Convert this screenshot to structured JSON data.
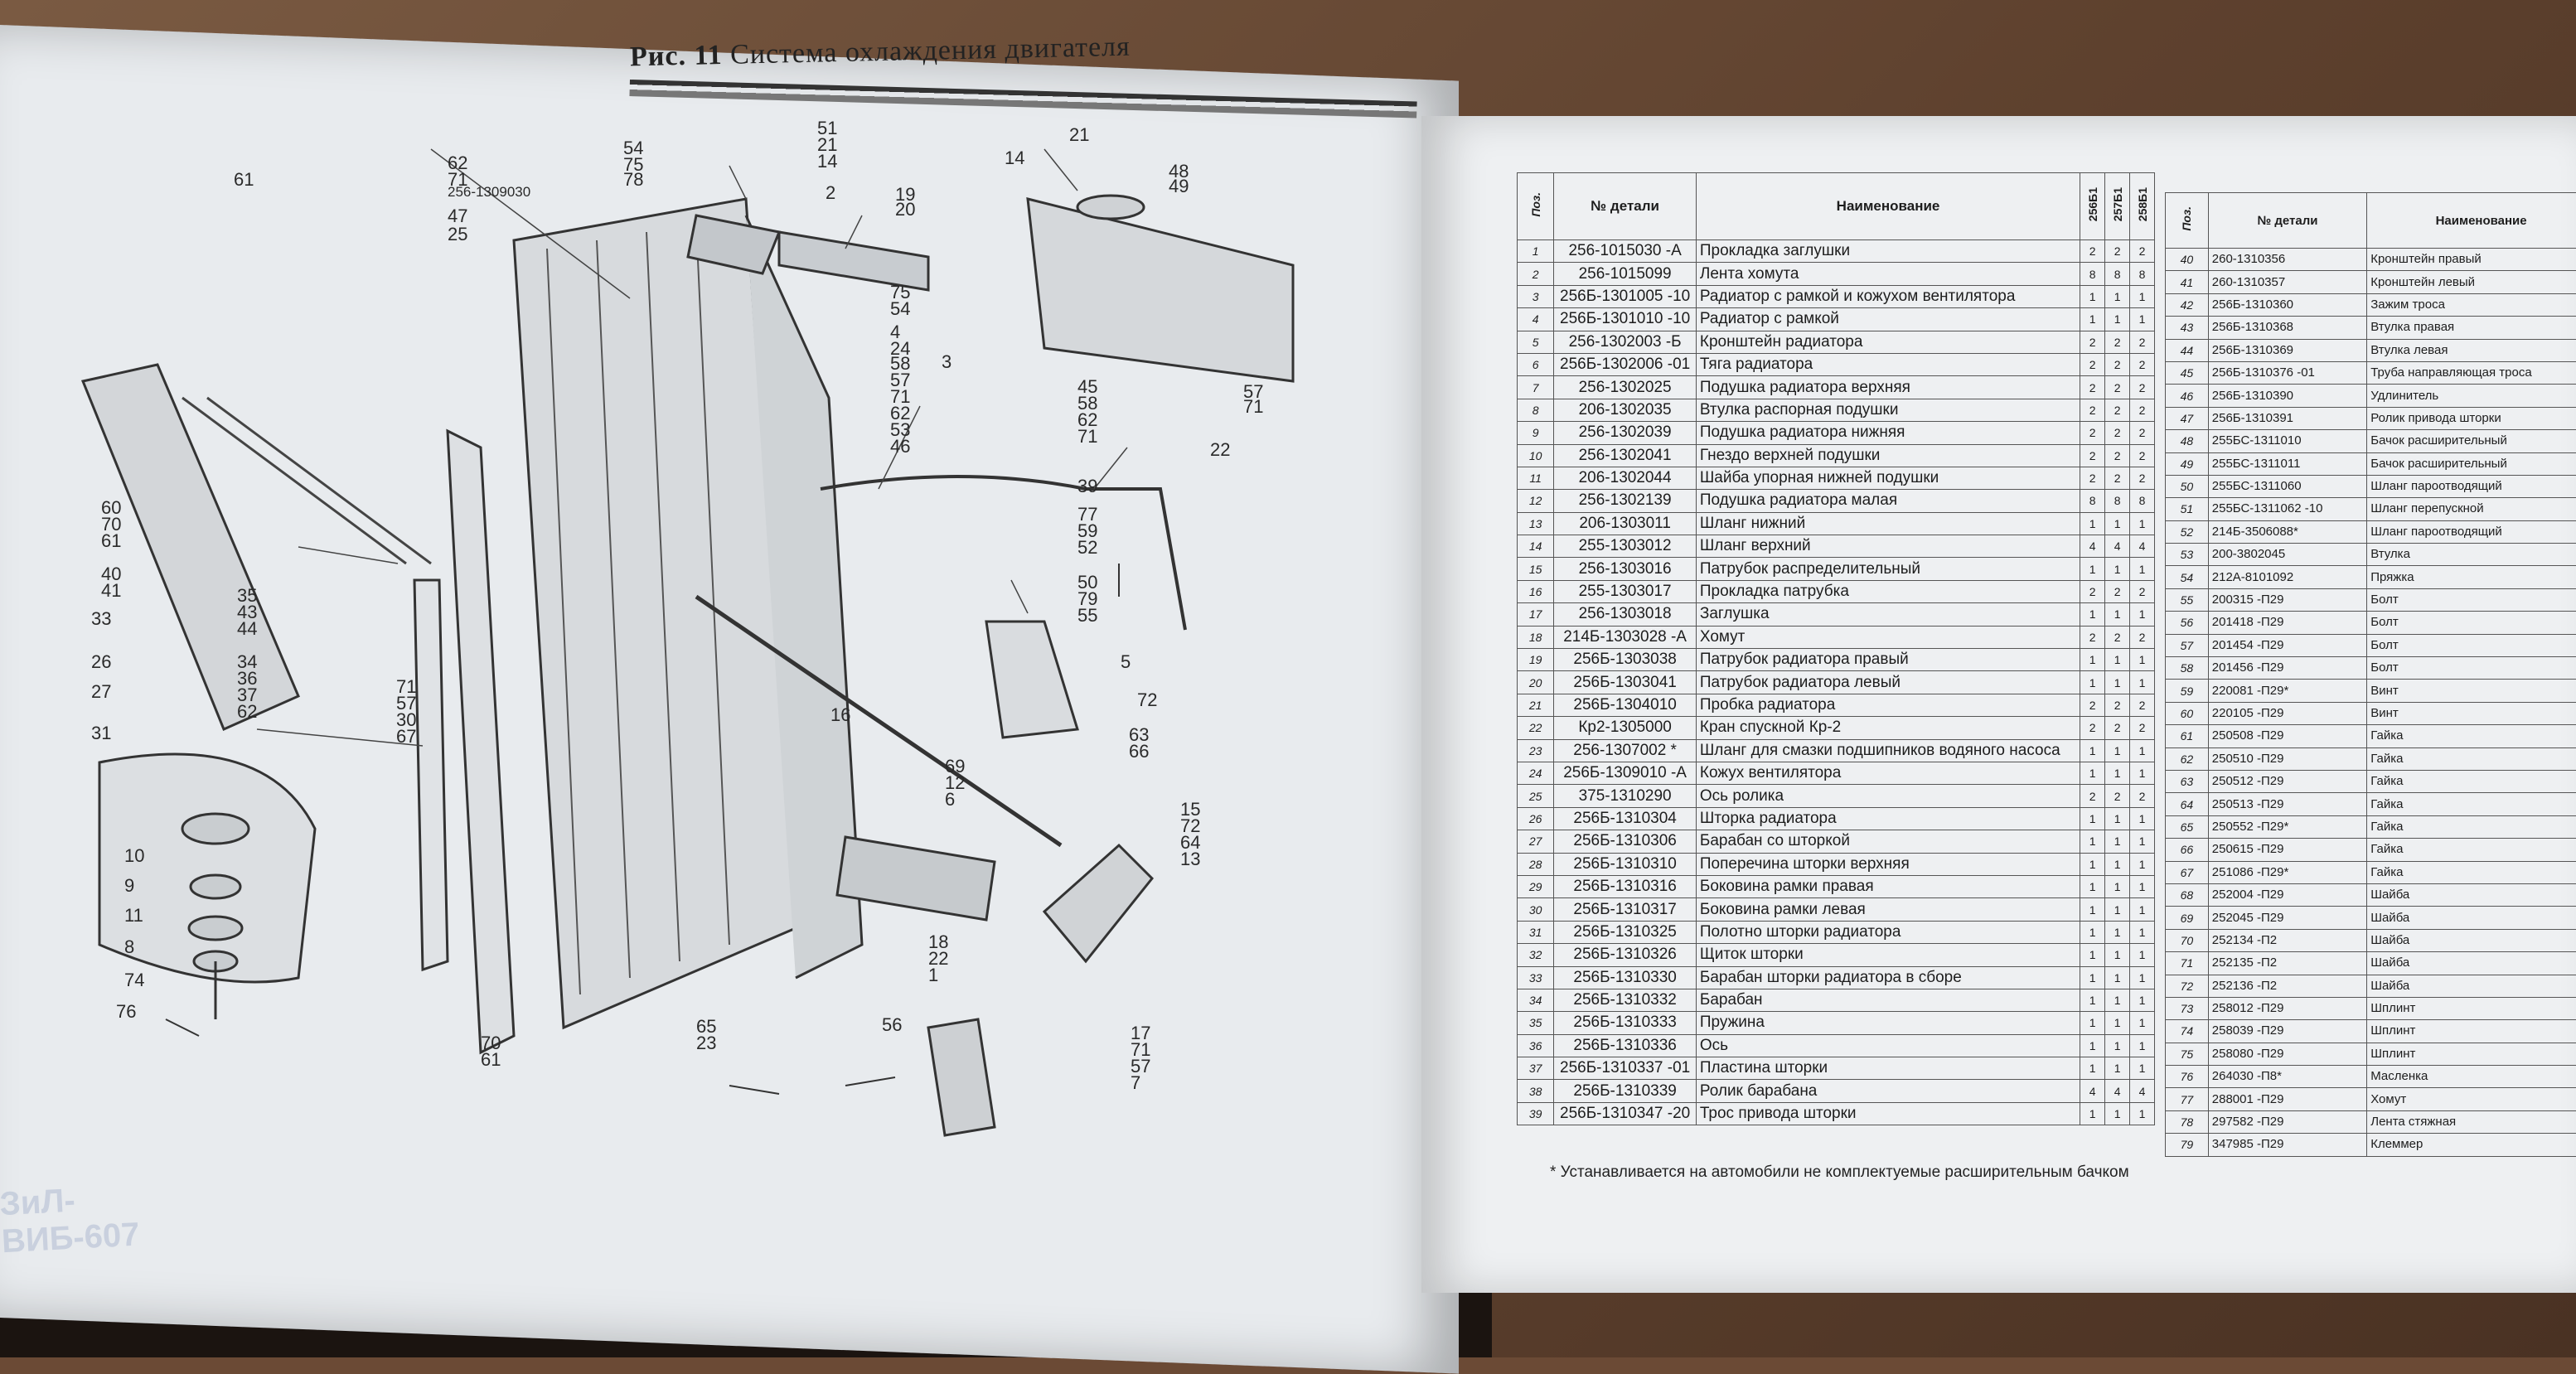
{
  "figure_title": {
    "prefix": "Рис. 11",
    "text": "Система охлаждения двигателя"
  },
  "stamp_text": "ЗиЛ-ВИБ-607",
  "callouts": [
    "62",
    "71",
    "256-1309030",
    "47",
    "25",
    "61",
    "54",
    "75",
    "78",
    "51",
    "21",
    "14",
    "2",
    "19",
    "20",
    "21",
    "14",
    "48",
    "49",
    "75",
    "54",
    "4",
    "24",
    "58",
    "57",
    "71",
    "62",
    "53",
    "46",
    "3",
    "45",
    "58",
    "62",
    "71",
    "39",
    "22",
    "57",
    "71",
    "60",
    "70",
    "61",
    "40",
    "41",
    "33",
    "26",
    "27",
    "31",
    "35",
    "43",
    "44",
    "34",
    "36",
    "37",
    "62",
    "71",
    "57",
    "30",
    "67",
    "77",
    "59",
    "52",
    "50",
    "79",
    "55",
    "5",
    "72",
    "63",
    "66",
    "69",
    "12",
    "6",
    "16",
    "15",
    "72",
    "64",
    "13",
    "18",
    "22",
    "1",
    "17",
    "71",
    "57",
    "7",
    "10",
    "9",
    "11",
    "8",
    "74",
    "76",
    "65",
    "23",
    "56",
    "70",
    "61"
  ],
  "parts_table_left": {
    "headers": {
      "pos": "Поз.",
      "number": "№ детали",
      "name": "Наименование",
      "q1": "256Б1",
      "q2": "257Б1",
      "q3": "258Б1"
    },
    "rows": [
      {
        "pos": "1",
        "number": "256-1015030 -А",
        "name": "Прокладка заглушки",
        "q1": "2",
        "q2": "2",
        "q3": "2"
      },
      {
        "pos": "2",
        "number": "256-1015099",
        "name": "Лента хомута",
        "q1": "8",
        "q2": "8",
        "q3": "8"
      },
      {
        "pos": "3",
        "number": "256Б-1301005 -10",
        "name": "Радиатор с рамкой и кожухом вентилятора",
        "q1": "1",
        "q2": "1",
        "q3": "1"
      },
      {
        "pos": "4",
        "number": "256Б-1301010 -10",
        "name": "Радиатор с рамкой",
        "q1": "1",
        "q2": "1",
        "q3": "1"
      },
      {
        "pos": "5",
        "number": "256-1302003 -Б",
        "name": "Кронштейн радиатора",
        "q1": "2",
        "q2": "2",
        "q3": "2"
      },
      {
        "pos": "6",
        "number": "256Б-1302006 -01",
        "name": "Тяга радиатора",
        "q1": "2",
        "q2": "2",
        "q3": "2"
      },
      {
        "pos": "7",
        "number": "256-1302025",
        "name": "Подушка радиатора верхняя",
        "q1": "2",
        "q2": "2",
        "q3": "2"
      },
      {
        "pos": "8",
        "number": "206-1302035",
        "name": "Втулка распорная подушки",
        "q1": "2",
        "q2": "2",
        "q3": "2"
      },
      {
        "pos": "9",
        "number": "256-1302039",
        "name": "Подушка радиатора нижняя",
        "q1": "2",
        "q2": "2",
        "q3": "2"
      },
      {
        "pos": "10",
        "number": "256-1302041",
        "name": "Гнездо верхней подушки",
        "q1": "2",
        "q2": "2",
        "q3": "2"
      },
      {
        "pos": "11",
        "number": "206-1302044",
        "name": "Шайба упорная нижней подушки",
        "q1": "2",
        "q2": "2",
        "q3": "2"
      },
      {
        "pos": "12",
        "number": "256-1302139",
        "name": "Подушка радиатора малая",
        "q1": "8",
        "q2": "8",
        "q3": "8"
      },
      {
        "pos": "13",
        "number": "206-1303011",
        "name": "Шланг нижний",
        "q1": "1",
        "q2": "1",
        "q3": "1"
      },
      {
        "pos": "14",
        "number": "255-1303012",
        "name": "Шланг верхний",
        "q1": "4",
        "q2": "4",
        "q3": "4"
      },
      {
        "pos": "15",
        "number": "256-1303016",
        "name": "Патрубок распределительный",
        "q1": "1",
        "q2": "1",
        "q3": "1"
      },
      {
        "pos": "16",
        "number": "255-1303017",
        "name": "Прокладка патрубка",
        "q1": "2",
        "q2": "2",
        "q3": "2"
      },
      {
        "pos": "17",
        "number": "256-1303018",
        "name": "Заглушка",
        "q1": "1",
        "q2": "1",
        "q3": "1"
      },
      {
        "pos": "18",
        "number": "214Б-1303028 -А",
        "name": "Хомут",
        "q1": "2",
        "q2": "2",
        "q3": "2"
      },
      {
        "pos": "19",
        "number": "256Б-1303038",
        "name": "Патрубок радиатора правый",
        "q1": "1",
        "q2": "1",
        "q3": "1"
      },
      {
        "pos": "20",
        "number": "256Б-1303041",
        "name": "Патрубок радиатора левый",
        "q1": "1",
        "q2": "1",
        "q3": "1"
      },
      {
        "pos": "21",
        "number": "256Б-1304010",
        "name": "Пробка радиатора",
        "q1": "2",
        "q2": "2",
        "q3": "2"
      },
      {
        "pos": "22",
        "number": "Кр2-1305000",
        "name": "Кран спускной Кр-2",
        "q1": "2",
        "q2": "2",
        "q3": "2"
      },
      {
        "pos": "23",
        "number": "256-1307002 *",
        "name": "Шланг для смазки подшипников водяного насоса",
        "q1": "1",
        "q2": "1",
        "q3": "1"
      },
      {
        "pos": "24",
        "number": "256Б-1309010 -А",
        "name": "Кожух вентилятора",
        "q1": "1",
        "q2": "1",
        "q3": "1"
      },
      {
        "pos": "25",
        "number": "375-1310290",
        "name": "Ось ролика",
        "q1": "2",
        "q2": "2",
        "q3": "2"
      },
      {
        "pos": "26",
        "number": "256Б-1310304",
        "name": "Шторка радиатора",
        "q1": "1",
        "q2": "1",
        "q3": "1"
      },
      {
        "pos": "27",
        "number": "256Б-1310306",
        "name": "Барабан со шторкой",
        "q1": "1",
        "q2": "1",
        "q3": "1"
      },
      {
        "pos": "28",
        "number": "256Б-1310310",
        "name": "Поперечина шторки верхняя",
        "q1": "1",
        "q2": "1",
        "q3": "1"
      },
      {
        "pos": "29",
        "number": "256Б-1310316",
        "name": "Боковина рамки правая",
        "q1": "1",
        "q2": "1",
        "q3": "1"
      },
      {
        "pos": "30",
        "number": "256Б-1310317",
        "name": "Боковина рамки левая",
        "q1": "1",
        "q2": "1",
        "q3": "1"
      },
      {
        "pos": "31",
        "number": "256Б-1310325",
        "name": "Полотно шторки радиатора",
        "q1": "1",
        "q2": "1",
        "q3": "1"
      },
      {
        "pos": "32",
        "number": "256Б-1310326",
        "name": "Щиток шторки",
        "q1": "1",
        "q2": "1",
        "q3": "1"
      },
      {
        "pos": "33",
        "number": "256Б-1310330",
        "name": "Барабан шторки радиатора в сборе",
        "q1": "1",
        "q2": "1",
        "q3": "1"
      },
      {
        "pos": "34",
        "number": "256Б-1310332",
        "name": "Барабан",
        "q1": "1",
        "q2": "1",
        "q3": "1"
      },
      {
        "pos": "35",
        "number": "256Б-1310333",
        "name": "Пружина",
        "q1": "1",
        "q2": "1",
        "q3": "1"
      },
      {
        "pos": "36",
        "number": "256Б-1310336",
        "name": "Ось",
        "q1": "1",
        "q2": "1",
        "q3": "1"
      },
      {
        "pos": "37",
        "number": "256Б-1310337 -01",
        "name": "Пластина шторки",
        "q1": "1",
        "q2": "1",
        "q3": "1"
      },
      {
        "pos": "38",
        "number": "256Б-1310339",
        "name": "Ролик барабана",
        "q1": "4",
        "q2": "4",
        "q3": "4"
      },
      {
        "pos": "39",
        "number": "256Б-1310347 -20",
        "name": "Трос привода шторки",
        "q1": "1",
        "q2": "1",
        "q3": "1"
      }
    ]
  },
  "parts_table_right": {
    "headers": {
      "pos": "Поз.",
      "number": "№ детали",
      "name": "Наименование"
    },
    "rows": [
      {
        "pos": "40",
        "number": "260-1310356",
        "name": "Кронштейн правый"
      },
      {
        "pos": "41",
        "number": "260-1310357",
        "name": "Кронштейн левый"
      },
      {
        "pos": "42",
        "number": "256Б-1310360",
        "name": "Зажим троса"
      },
      {
        "pos": "43",
        "number": "256Б-1310368",
        "name": "Втулка правая"
      },
      {
        "pos": "44",
        "number": "256Б-1310369",
        "name": "Втулка левая"
      },
      {
        "pos": "45",
        "number": "256Б-1310376 -01",
        "name": "Труба направляющая троса"
      },
      {
        "pos": "46",
        "number": "256Б-1310390",
        "name": "Удлинитель"
      },
      {
        "pos": "47",
        "number": "256Б-1310391",
        "name": "Ролик привода шторки"
      },
      {
        "pos": "48",
        "number": "255БС-1311010",
        "name": "Бачок расширительный"
      },
      {
        "pos": "49",
        "number": "255БС-1311011",
        "name": "Бачок расширительный"
      },
      {
        "pos": "50",
        "number": "255БС-1311060",
        "name": "Шланг пароотводящий"
      },
      {
        "pos": "51",
        "number": "255БС-1311062 -10",
        "name": "Шланг перепускной"
      },
      {
        "pos": "52",
        "number": "214Б-3506088*",
        "name": "Шланг пароотводящий"
      },
      {
        "pos": "53",
        "number": "200-3802045",
        "name": "Втулка"
      },
      {
        "pos": "54",
        "number": "212А-8101092",
        "name": "Пряжка"
      },
      {
        "pos": "55",
        "number": "200315 -П29",
        "name": "Болт"
      },
      {
        "pos": "56",
        "number": "201418 -П29",
        "name": "Болт"
      },
      {
        "pos": "57",
        "number": "201454 -П29",
        "name": "Болт"
      },
      {
        "pos": "58",
        "number": "201456 -П29",
        "name": "Болт"
      },
      {
        "pos": "59",
        "number": "220081 -П29*",
        "name": "Винт"
      },
      {
        "pos": "60",
        "number": "220105 -П29",
        "name": "Винт"
      },
      {
        "pos": "61",
        "number": "250508 -П29",
        "name": "Гайка"
      },
      {
        "pos": "62",
        "number": "250510 -П29",
        "name": "Гайка"
      },
      {
        "pos": "63",
        "number": "250512 -П29",
        "name": "Гайка"
      },
      {
        "pos": "64",
        "number": "250513 -П29",
        "name": "Гайка"
      },
      {
        "pos": "65",
        "number": "250552 -П29*",
        "name": "Гайка"
      },
      {
        "pos": "66",
        "number": "250615 -П29",
        "name": "Гайка"
      },
      {
        "pos": "67",
        "number": "251086 -П29*",
        "name": "Гайка"
      },
      {
        "pos": "68",
        "number": "252004 -П29",
        "name": "Шайба"
      },
      {
        "pos": "69",
        "number": "252045 -П29",
        "name": "Шайба"
      },
      {
        "pos": "70",
        "number": "252134 -П2",
        "name": "Шайба"
      },
      {
        "pos": "71",
        "number": "252135 -П2",
        "name": "Шайба"
      },
      {
        "pos": "72",
        "number": "252136 -П2",
        "name": "Шайба"
      },
      {
        "pos": "73",
        "number": "258012 -П29",
        "name": "Шплинт"
      },
      {
        "pos": "74",
        "number": "258039 -П29",
        "name": "Шплинт"
      },
      {
        "pos": "75",
        "number": "258080 -П29",
        "name": "Шплинт"
      },
      {
        "pos": "76",
        "number": "264030 -П8*",
        "name": "Масленка"
      },
      {
        "pos": "77",
        "number": "288001 -П29",
        "name": "Хомут"
      },
      {
        "pos": "78",
        "number": "297582 -П29",
        "name": "Лента стяжная"
      },
      {
        "pos": "79",
        "number": "347985 -П29",
        "name": "Клеммер"
      }
    ]
  },
  "footnote": "* Устанавливается на автомобили не комплектуемые расширительным бачком"
}
